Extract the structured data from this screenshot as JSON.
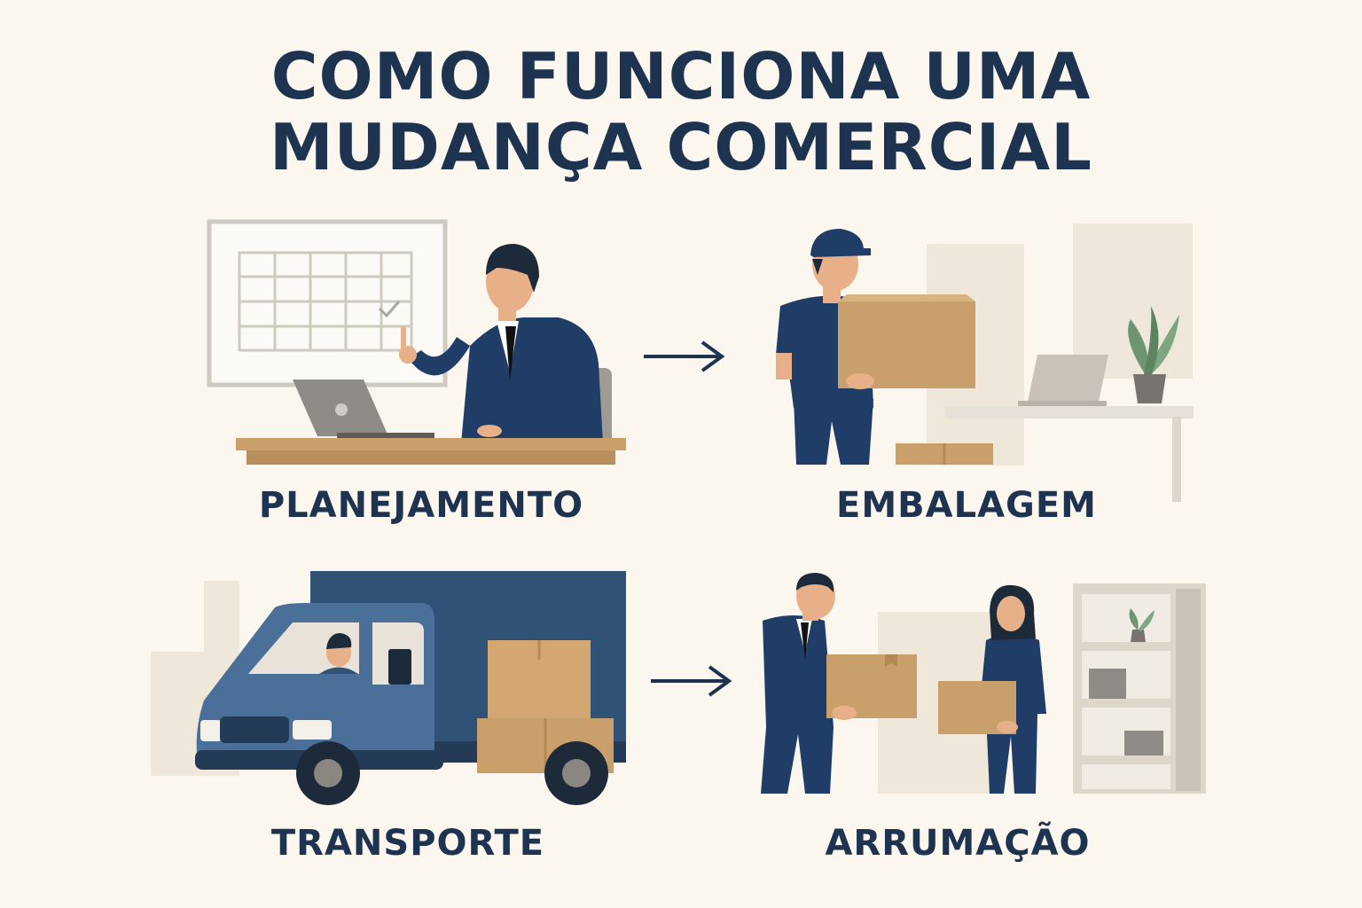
{
  "title": {
    "line1": "COMO FUNCIONA UMA",
    "line2": "MUDANÇA COMERCIAL"
  },
  "steps": [
    {
      "label": "PLANEJAMENTO",
      "icon": "planning-illustration"
    },
    {
      "label": "EMBALAGEM",
      "icon": "packing-illustration"
    },
    {
      "label": "TRANSPORTE",
      "icon": "truck-illustration"
    },
    {
      "label": "ARRUMAÇÃO",
      "icon": "arranging-illustration"
    }
  ],
  "colors": {
    "navy": "#1d3350",
    "suit": "#1f3d66",
    "box": "#c9a06b",
    "background": "#fbf7ee"
  }
}
